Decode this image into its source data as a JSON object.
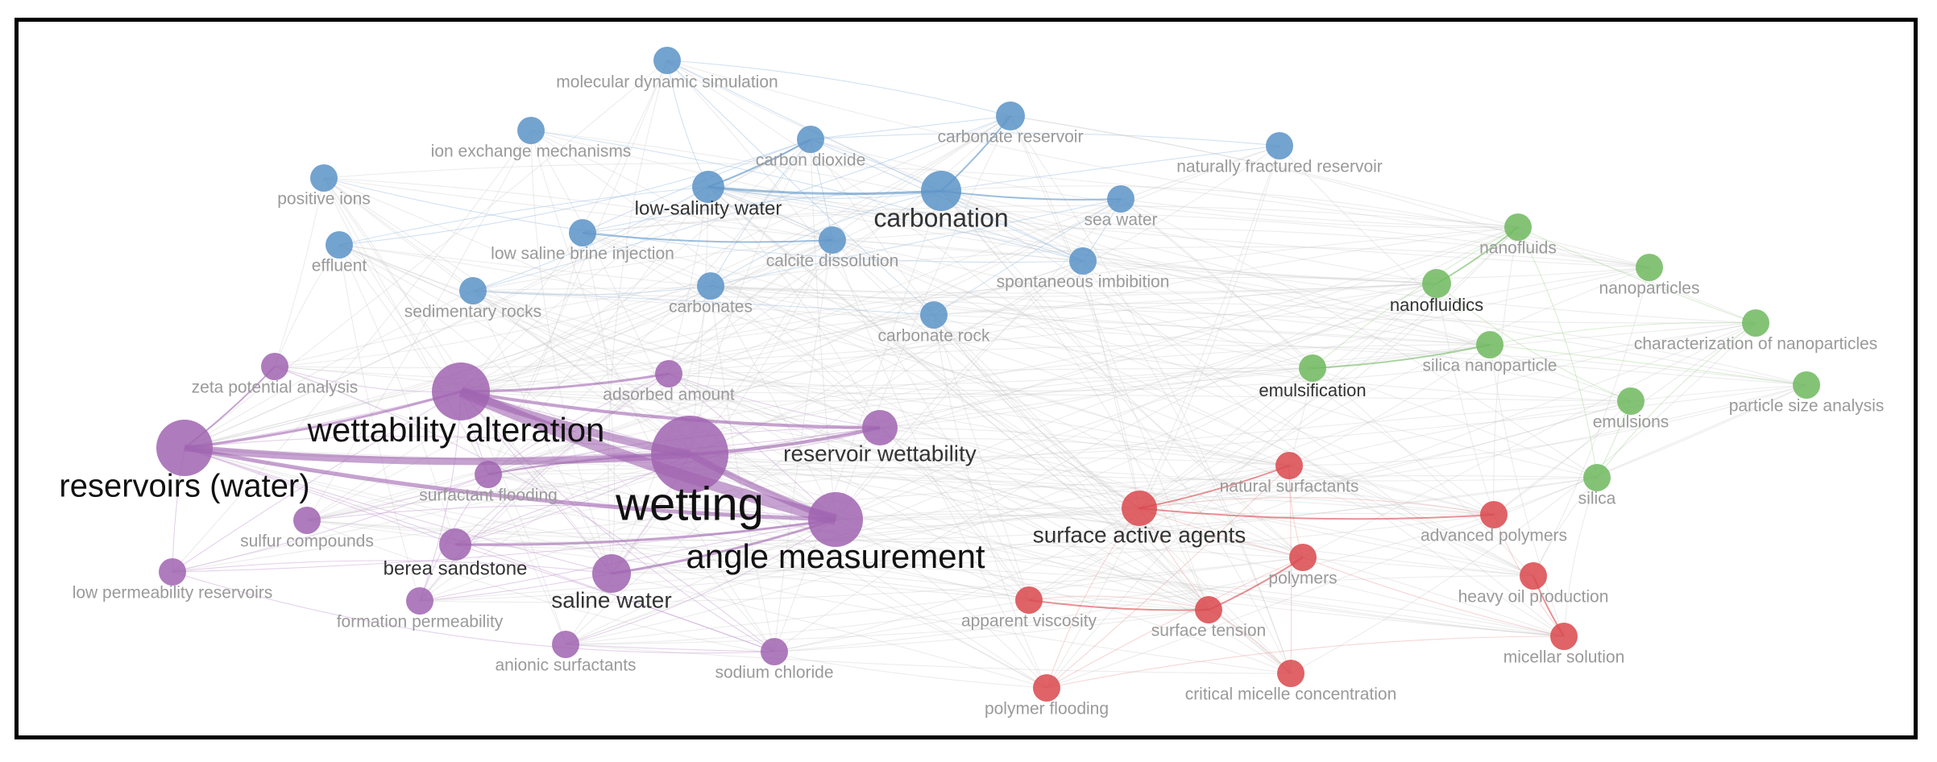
{
  "network": {
    "clusters": [
      {
        "id": "blue",
        "color": "#5b93c7",
        "edge": "#9bbde0"
      },
      {
        "id": "purple",
        "color": "#a064b0",
        "edge": "#c39ad0"
      },
      {
        "id": "green",
        "color": "#6fb85e",
        "edge": "#a9d89c"
      },
      {
        "id": "red",
        "color": "#d9484c",
        "edge": "#eba3a5"
      }
    ],
    "nodes": [
      {
        "id": "mds",
        "label": "molecular dynamic simulation",
        "cluster": "blue",
        "weight": 1
      },
      {
        "id": "iem",
        "label": "ion exchange mechanisms",
        "cluster": "blue",
        "weight": 1
      },
      {
        "id": "cdo",
        "label": "carbon dioxide",
        "cluster": "blue",
        "weight": 1
      },
      {
        "id": "cres",
        "label": "carbonate reservoir",
        "cluster": "blue",
        "weight": 1
      },
      {
        "id": "nfr",
        "label": "naturally fractured reservoir",
        "cluster": "blue",
        "weight": 1
      },
      {
        "id": "pion",
        "label": "positive ions",
        "cluster": "blue",
        "weight": 1
      },
      {
        "id": "lsw",
        "label": "low-salinity water",
        "cluster": "blue",
        "weight": 2
      },
      {
        "id": "carb",
        "label": "carbonation",
        "cluster": "blue",
        "weight": 3
      },
      {
        "id": "seaw",
        "label": "sea water",
        "cluster": "blue",
        "weight": 1
      },
      {
        "id": "eff",
        "label": "effluent",
        "cluster": "blue",
        "weight": 1
      },
      {
        "id": "lsbi",
        "label": "low saline brine injection",
        "cluster": "blue",
        "weight": 1
      },
      {
        "id": "cdis",
        "label": "calcite dissolution",
        "cluster": "blue",
        "weight": 1
      },
      {
        "id": "spim",
        "label": "spontaneous imbibition",
        "cluster": "blue",
        "weight": 1
      },
      {
        "id": "sedr",
        "label": "sedimentary rocks",
        "cluster": "blue",
        "weight": 1
      },
      {
        "id": "carbs",
        "label": "carbonates",
        "cluster": "blue",
        "weight": 1
      },
      {
        "id": "crock",
        "label": "carbonate rock",
        "cluster": "blue",
        "weight": 1
      },
      {
        "id": "zeta",
        "label": "zeta potential analysis",
        "cluster": "purple",
        "weight": 1
      },
      {
        "id": "wetalt",
        "label": "wettability alteration",
        "cluster": "purple",
        "weight": 4
      },
      {
        "id": "adsam",
        "label": "adsorbed amount",
        "cluster": "purple",
        "weight": 1
      },
      {
        "id": "reswet",
        "label": "reservoir wettability",
        "cluster": "purple",
        "weight": 2
      },
      {
        "id": "resw",
        "label": "reservoirs (water)",
        "cluster": "purple",
        "weight": 4
      },
      {
        "id": "wet",
        "label": "wetting",
        "cluster": "purple",
        "weight": 5
      },
      {
        "id": "surfl",
        "label": "surfactant flooding",
        "cluster": "purple",
        "weight": 1
      },
      {
        "id": "sulf",
        "label": "sulfur compounds",
        "cluster": "purple",
        "weight": 1
      },
      {
        "id": "angm",
        "label": "angle measurement",
        "cluster": "purple",
        "weight": 4
      },
      {
        "id": "berea",
        "label": "berea sandstone",
        "cluster": "purple",
        "weight": 2
      },
      {
        "id": "salw",
        "label": "saline water",
        "cluster": "purple",
        "weight": 2
      },
      {
        "id": "lpr",
        "label": "low permeability reservoirs",
        "cluster": "purple",
        "weight": 1
      },
      {
        "id": "fperm",
        "label": "formation permeability",
        "cluster": "purple",
        "weight": 1
      },
      {
        "id": "anion",
        "label": "anionic surfactants",
        "cluster": "purple",
        "weight": 1
      },
      {
        "id": "nacl",
        "label": "sodium chloride",
        "cluster": "purple",
        "weight": 1
      },
      {
        "id": "nanofl",
        "label": "nanofluids",
        "cluster": "green",
        "weight": 1
      },
      {
        "id": "nanofd",
        "label": "nanofluidics",
        "cluster": "green",
        "weight": 2
      },
      {
        "id": "nanop",
        "label": "nanoparticles",
        "cluster": "green",
        "weight": 1
      },
      {
        "id": "silnp",
        "label": "silica nanoparticle",
        "cluster": "green",
        "weight": 1
      },
      {
        "id": "charnp",
        "label": "characterization of nanoparticles",
        "cluster": "green",
        "weight": 1
      },
      {
        "id": "emuls",
        "label": "emulsification",
        "cluster": "green",
        "weight": 2
      },
      {
        "id": "psa",
        "label": "particle size analysis",
        "cluster": "green",
        "weight": 1
      },
      {
        "id": "emu",
        "label": "emulsions",
        "cluster": "green",
        "weight": 1
      },
      {
        "id": "silica",
        "label": "silica",
        "cluster": "green",
        "weight": 1
      },
      {
        "id": "natsurf",
        "label": "natural surfactants",
        "cluster": "red",
        "weight": 1
      },
      {
        "id": "saa",
        "label": "surface active agents",
        "cluster": "red",
        "weight": 3
      },
      {
        "id": "advpol",
        "label": "advanced polymers",
        "cluster": "red",
        "weight": 1
      },
      {
        "id": "poly",
        "label": "polymers",
        "cluster": "red",
        "weight": 1
      },
      {
        "id": "hop",
        "label": "heavy oil production",
        "cluster": "red",
        "weight": 1
      },
      {
        "id": "appv",
        "label": "apparent viscosity",
        "cluster": "red",
        "weight": 1
      },
      {
        "id": "surft",
        "label": "surface tension",
        "cluster": "red",
        "weight": 1
      },
      {
        "id": "mic",
        "label": "micellar solution",
        "cluster": "red",
        "weight": 1
      },
      {
        "id": "polyfl",
        "label": "polymer flooding",
        "cluster": "red",
        "weight": 1
      },
      {
        "id": "cmc",
        "label": "critical micelle concentration",
        "cluster": "red",
        "weight": 1
      }
    ]
  }
}
